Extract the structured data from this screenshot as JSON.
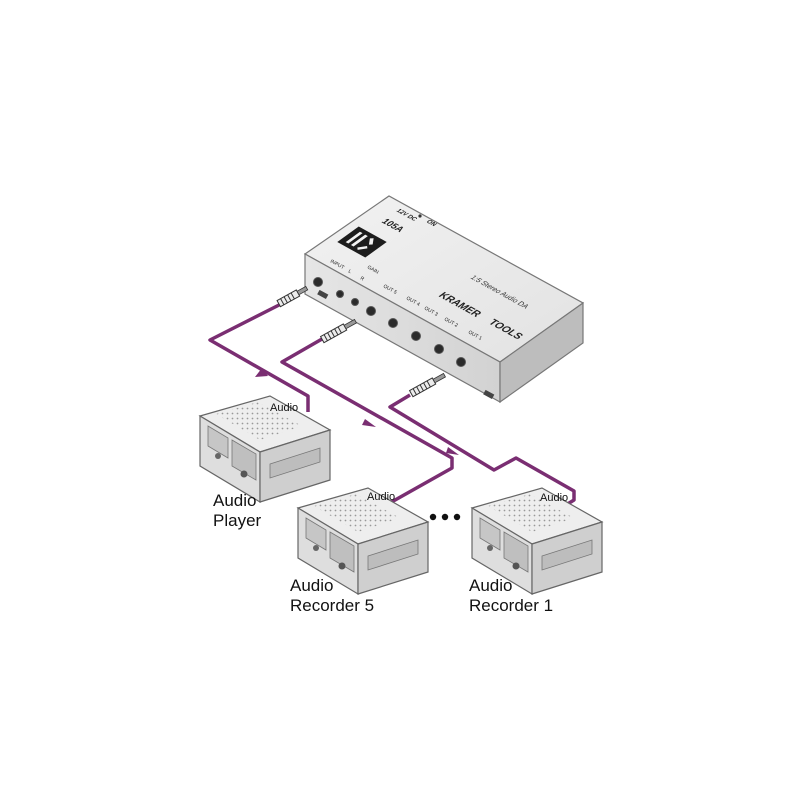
{
  "device": {
    "brand": "KRAMER",
    "series": "TOOLS",
    "model": "105A",
    "description": "1:5 Stereo Audio DA",
    "power_label": "12V DC",
    "on_label": "ON",
    "ports": {
      "input": "INPUT",
      "left": "L",
      "right": "R",
      "gain": "GAIN",
      "out5": "OUT 5",
      "out4": "OUT 4",
      "out3": "OUT 3",
      "out2": "OUT 2",
      "out1": "OUT 1"
    }
  },
  "cable_labels": {
    "player": "Audio",
    "recorder5": "Audio",
    "recorder1": "Audio"
  },
  "labels": {
    "player_line1": "Audio",
    "player_line2": "Player",
    "recorder5_line1": "Audio",
    "recorder5_line2": "Recorder 5",
    "recorder1_line1": "Audio",
    "recorder1_line2": "Recorder 1"
  },
  "colors": {
    "cable": "#7a2e72",
    "device_gray": "#d8d8d8",
    "device_dark": "#555555"
  }
}
